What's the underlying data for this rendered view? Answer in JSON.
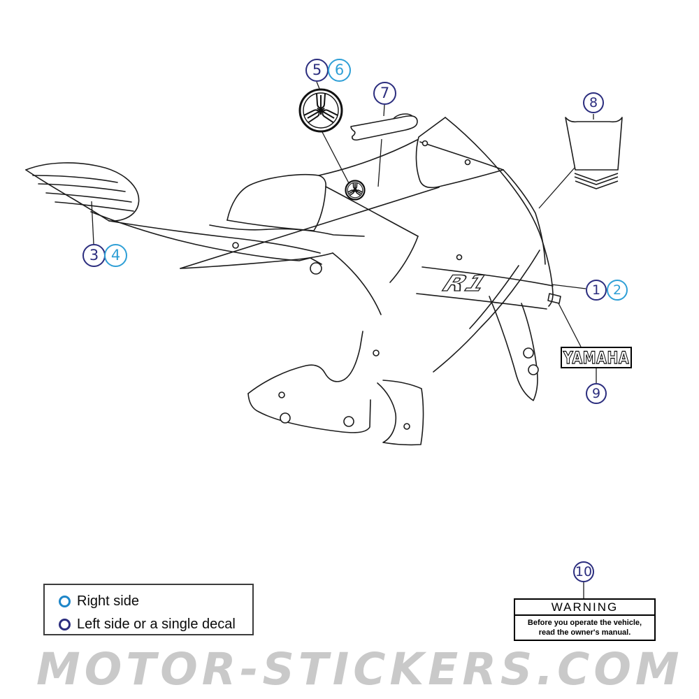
{
  "page": {
    "watermark": "MOTOR-STICKERS.COM"
  },
  "colors": {
    "navy_callout": "#2b2d7e",
    "cyan_callout": "#2e9fd6",
    "line_art": "#1b1b1b",
    "watermark_gray": "#c9c9c9"
  },
  "callouts": [
    {
      "num": "1",
      "color": "navy"
    },
    {
      "num": "2",
      "color": "cyan"
    },
    {
      "num": "3",
      "color": "navy"
    },
    {
      "num": "4",
      "color": "cyan"
    },
    {
      "num": "5",
      "color": "navy"
    },
    {
      "num": "6",
      "color": "cyan"
    },
    {
      "num": "7",
      "color": "navy"
    },
    {
      "num": "8",
      "color": "navy"
    },
    {
      "num": "9",
      "color": "navy"
    },
    {
      "num": "10",
      "color": "navy"
    }
  ],
  "decal_labels": {
    "yamaha_box": "YAMAHA",
    "r1_fairing": "R1"
  },
  "legend": {
    "items": [
      {
        "label": "Right side"
      },
      {
        "label": "Left side or a single decal"
      }
    ]
  },
  "warning_label": {
    "title": "WARNING",
    "body_line1": "Before you operate the vehicle,",
    "body_line2": "read the owner's manual."
  }
}
